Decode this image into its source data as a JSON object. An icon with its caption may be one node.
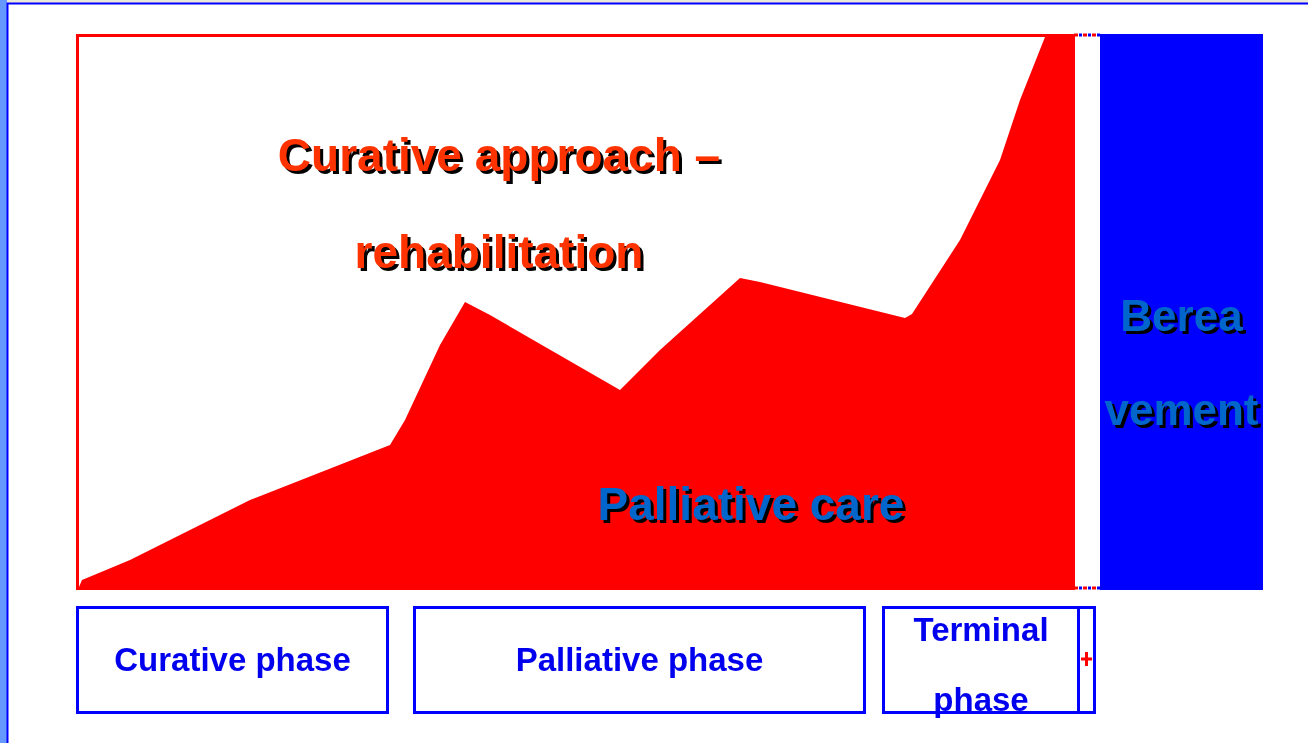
{
  "diagram": {
    "nodes": [
      {
        "text": [
          "Curative approach – rehabilitation"
        ]
      },
      {
        "text": [
          "Palliative care"
        ],
        "in": 0
      },
      {
        "text": [
          "Berea vement"
        ]
      },
      {
        "text": [
          "Curative phase"
        ]
      },
      {
        "text": [
          "Palliative phase"
        ]
      },
      {
        "text": [
          "Terminal phase"
        ]
      },
      {
        "text": [],
        "shape": "box"
      }
    ],
    "edges": []
  }
}
